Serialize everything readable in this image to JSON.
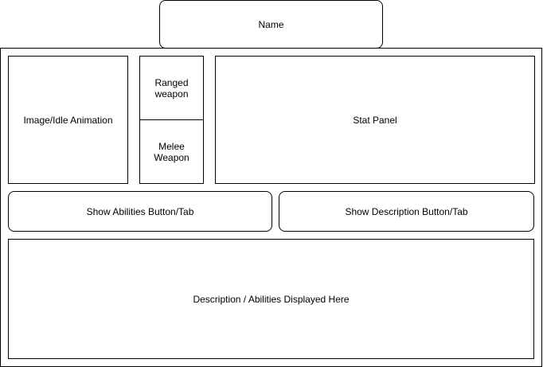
{
  "name_box": {
    "label": "Name"
  },
  "image_box": {
    "label": "Image/Idle Animation"
  },
  "ranged_weapon": {
    "label": "Ranged\nweapon"
  },
  "melee_weapon": {
    "label": "Melee\nWeapon"
  },
  "stat_panel": {
    "label": "Stat Panel"
  },
  "abilities_button": {
    "label": "Show Abilities Button/Tab"
  },
  "description_button": {
    "label": "Show Description Button/Tab"
  },
  "display_area": {
    "label": "Description / Abilities Displayed Here"
  },
  "colors": {
    "stroke": "#000000",
    "fill": "#ffffff",
    "text": "#000000"
  }
}
